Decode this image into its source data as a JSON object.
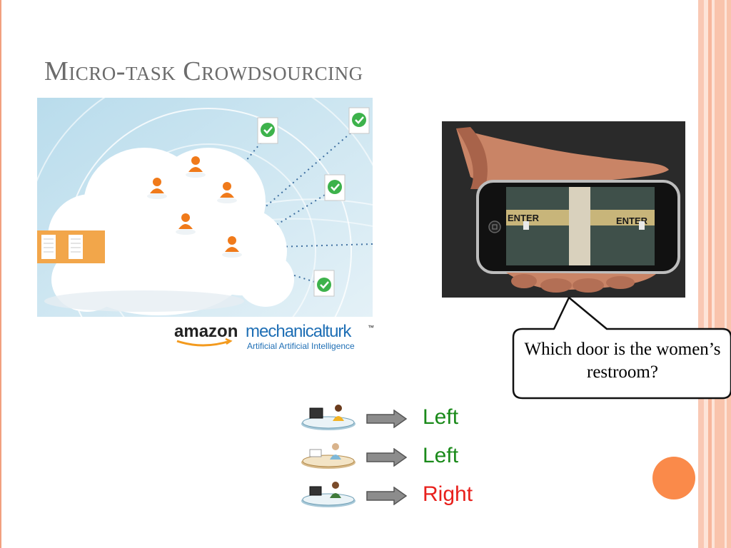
{
  "slide": {
    "title": "Micro-task Crowdsourcing",
    "bubble_text": "Which door is the women’s restroom?"
  },
  "logo": {
    "brand": "amazon",
    "product": "mechanicalturk",
    "tm": "™",
    "tagline": "Artificial Artificial Intelligence"
  },
  "photo": {
    "left_sign": "ENTER",
    "right_sign": "ENTER"
  },
  "answers": [
    {
      "text": "Left",
      "color": "#1a8a1a"
    },
    {
      "text": "Left",
      "color": "#1a8a1a"
    },
    {
      "text": "Right",
      "color": "#e8201c"
    }
  ],
  "colors": {
    "accent": "#fa8a4a",
    "stripe": "#f9c8b4",
    "title": "#6b6b6b",
    "sky": "#cde6f2",
    "check": "#3db24b",
    "worker": "#f07a1a"
  }
}
